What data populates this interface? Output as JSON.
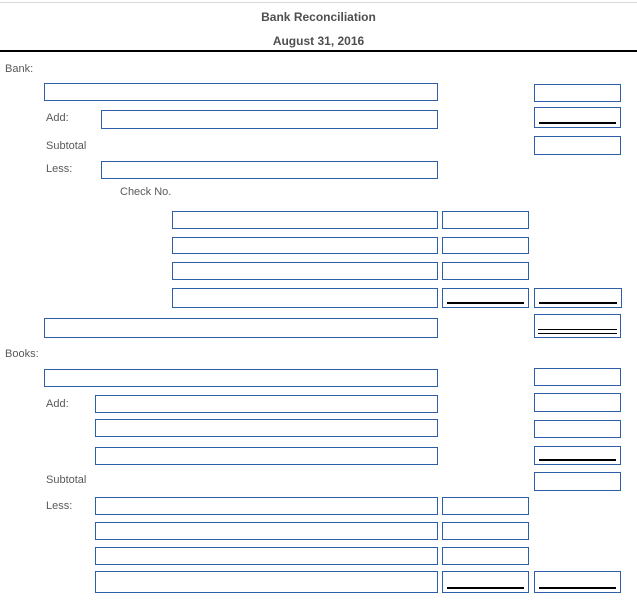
{
  "header": {
    "title": "Bank Reconciliation",
    "date": "August 31, 2016"
  },
  "colors": {
    "box_border": "#2e5fa6",
    "label_text": "#595959",
    "divider_rule": "#000000",
    "top_rule": "#d9d9d9",
    "underline": "#000000"
  },
  "bank": {
    "section_label": "Bank:",
    "add_label": "Add:",
    "subtotal_label": "Subtotal",
    "less_label": "Less:",
    "check_no_label": "Check No.",
    "fields": {
      "balance_desc": "",
      "balance_amount": "",
      "add_desc": "",
      "add_amount": "",
      "subtotal_amount": "",
      "less_desc": "",
      "check1_desc": "",
      "check1_amount": "",
      "check2_desc": "",
      "check2_amount": "",
      "check3_desc": "",
      "check3_amount": "",
      "check4_desc": "",
      "check4_amount": "",
      "checks_total": "",
      "adjusted_desc": "",
      "adjusted_total": ""
    }
  },
  "books": {
    "section_label": "Books:",
    "add_label": "Add:",
    "subtotal_label": "Subtotal",
    "less_label": "Less:",
    "fields": {
      "balance_desc": "",
      "balance_amount": "",
      "add1_desc": "",
      "add1_amount": "",
      "add2_desc": "",
      "add2_amount": "",
      "add3_desc": "",
      "add3_amount": "",
      "subtotal_amount": "",
      "less1_desc": "",
      "less1_amount": "",
      "less2_desc": "",
      "less2_amount": "",
      "less3_desc": "",
      "less3_amount": "",
      "less4_desc": "",
      "less4_amount": "",
      "less_total": ""
    }
  }
}
